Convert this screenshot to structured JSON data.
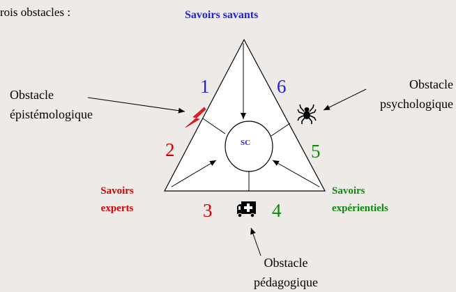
{
  "header_text": "rois obstacles :",
  "vertices": {
    "top": "Savoirs savants",
    "left": [
      "Savoirs",
      "experts"
    ],
    "right": [
      "Savoirs",
      "expérientiels"
    ]
  },
  "center_label": "SC",
  "numbers": [
    "1",
    "2",
    "3",
    "4",
    "5",
    "6"
  ],
  "obstacles": {
    "epistemological": [
      "Obstacle",
      "épistémologique"
    ],
    "psychological": [
      "Obstacle",
      "psychologique"
    ],
    "pedagogical": [
      "Obstacle",
      "pédagogique"
    ]
  },
  "icons": {
    "epistemological": "lightning-bolt-icon",
    "psychological": "spider-icon",
    "pedagogical": "ambulance-icon"
  },
  "colors": {
    "savants": "#1f1fdc",
    "experts": "#d40000",
    "experientiels": "#0a8a0a",
    "text": "#000000",
    "background": "#eeeae7"
  }
}
